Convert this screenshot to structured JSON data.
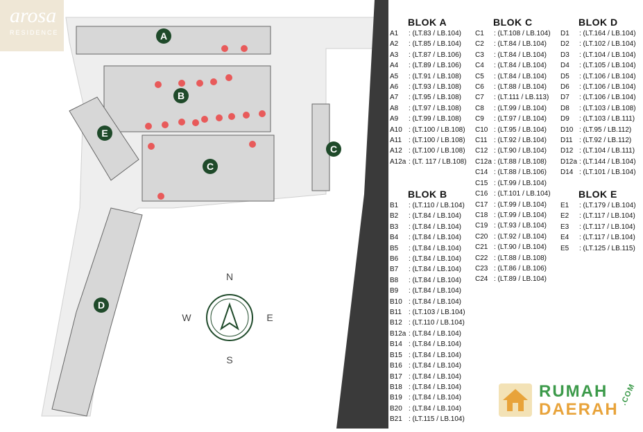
{
  "logo": {
    "name": "arosa",
    "subtitle": "RESIDENCE"
  },
  "compass": {
    "north": "N",
    "south": "S",
    "east": "E",
    "west": "W"
  },
  "map_labels": [
    {
      "block": "A"
    },
    {
      "block": "B"
    },
    {
      "block": "C"
    },
    {
      "block": "D"
    },
    {
      "block": "E"
    }
  ],
  "legend": {
    "blok_a": {
      "title": "BLOK A",
      "rows": [
        {
          "code": "A1",
          "spec": ": (LT.83 / LB.104)"
        },
        {
          "code": "A2",
          "spec": ": (LT.85 / LB.104)"
        },
        {
          "code": "A3",
          "spec": ": (LT.87 / LB.106)"
        },
        {
          "code": "A4",
          "spec": ": (LT.89 / LB.106)"
        },
        {
          "code": "A5",
          "spec": ": (LT.91 / LB.108)"
        },
        {
          "code": "A6",
          "spec": ": (LT.93 / LB.108)"
        },
        {
          "code": "A7",
          "spec": ": (LT.95 / LB.108)"
        },
        {
          "code": "A8",
          "spec": ": (LT.97 / LB.108)"
        },
        {
          "code": "A9",
          "spec": ": (LT.99 / LB.108)"
        },
        {
          "code": "A10",
          "spec": ": (LT.100 / LB.108)"
        },
        {
          "code": "A11",
          "spec": ": (LT.100 / LB.108)"
        },
        {
          "code": "A12",
          "spec": ": (LT.100 / LB.108)"
        },
        {
          "code": "A12a",
          "spec": ": (LT. 117 / LB.108)"
        }
      ]
    },
    "blok_b": {
      "title": "BLOK B",
      "rows": [
        {
          "code": "B1",
          "spec": ": (LT.110 / LB.104)"
        },
        {
          "code": "B2",
          "spec": ": (LT.84 / LB.104)"
        },
        {
          "code": "B3",
          "spec": ": (LT.84 / LB.104)"
        },
        {
          "code": "B4",
          "spec": ": (LT.84 / LB.104)"
        },
        {
          "code": "B5",
          "spec": ": (LT.84 / LB.104)"
        },
        {
          "code": "B6",
          "spec": ": (LT.84 / LB.104)"
        },
        {
          "code": "B7",
          "spec": ": (LT.84 / LB.104)"
        },
        {
          "code": "B8",
          "spec": ": (LT.84 / LB.104)"
        },
        {
          "code": "B9",
          "spec": ": (LT.84 / LB.104)"
        },
        {
          "code": "B10",
          "spec": ": (LT.84 / LB.104)"
        },
        {
          "code": "B11",
          "spec": ": (LT.103 / LB.104)"
        },
        {
          "code": "B12",
          "spec": ": (LT.110 / LB.104)"
        },
        {
          "code": "B12a",
          "spec": ": (LT.84 / LB.104)"
        },
        {
          "code": "B14",
          "spec": ": (LT.84 / LB.104)"
        },
        {
          "code": "B15",
          "spec": ": (LT.84 / LB.104)"
        },
        {
          "code": "B16",
          "spec": ": (LT.84 / LB.104)"
        },
        {
          "code": "B17",
          "spec": ": (LT.84 / LB.104)"
        },
        {
          "code": "B18",
          "spec": ": (LT.84 / LB.104)"
        },
        {
          "code": "B19",
          "spec": ": (LT.84 / LB.104)"
        },
        {
          "code": "B20",
          "spec": ": (LT.84 / LB.104)"
        },
        {
          "code": "B21",
          "spec": ": (LT.115 / LB.104)"
        }
      ]
    },
    "blok_c": {
      "title": "BLOK C",
      "rows": [
        {
          "code": "C1",
          "spec": ": (LT.108 / LB.104)"
        },
        {
          "code": "C2",
          "spec": ": (LT.84 / LB.104)"
        },
        {
          "code": "C3",
          "spec": ": (LT.84 / LB.104)"
        },
        {
          "code": "C4",
          "spec": ": (LT.84 / LB.104)"
        },
        {
          "code": "C5",
          "spec": ": (LT.84 / LB.104)"
        },
        {
          "code": "C6",
          "spec": ": (LT.88 / LB.104)"
        },
        {
          "code": "C7",
          "spec": ": (LT.111 / LB.113)"
        },
        {
          "code": "C8",
          "spec": ": (LT.99 / LB.104)"
        },
        {
          "code": "C9",
          "spec": ": (LT.97 / LB.104)"
        },
        {
          "code": "C10",
          "spec": ": (LT.95 / LB.104)"
        },
        {
          "code": "C11",
          "spec": ": (LT.92 / LB.104)"
        },
        {
          "code": "C12",
          "spec": ": (LT.90 / LB.104)"
        },
        {
          "code": "C12a",
          "spec": ": (LT.88 / LB.108)"
        },
        {
          "code": "C14",
          "spec": ": (LT.88 / LB.106)"
        },
        {
          "code": "C15",
          "spec": ": (LT.99 / LB.104)"
        },
        {
          "code": "C16",
          "spec": ": (LT.101 / LB.104)"
        },
        {
          "code": "C17",
          "spec": ": (LT.99 / LB.104)"
        },
        {
          "code": "C18",
          "spec": ": (LT.99 / LB.104)"
        },
        {
          "code": "C19",
          "spec": ": (LT.93 / LB.104)"
        },
        {
          "code": "C20",
          "spec": ": (LT.92 / LB.104)"
        },
        {
          "code": "C21",
          "spec": ": (LT.90 / LB.104)"
        },
        {
          "code": "C22",
          "spec": ": (LT.88 / LB.108)"
        },
        {
          "code": "C23",
          "spec": ": (LT.86 / LB.106)"
        },
        {
          "code": "C24",
          "spec": ": (LT.89 / LB.104)"
        }
      ]
    },
    "blok_d": {
      "title": "BLOK D",
      "rows": [
        {
          "code": "D1",
          "spec": ": (LT.164 / LB.104)"
        },
        {
          "code": "D2",
          "spec": ": (LT.102 / LB.104)"
        },
        {
          "code": "D3",
          "spec": ": (LT.104 / LB.104)"
        },
        {
          "code": "D4",
          "spec": ": (LT.105 / LB.104)"
        },
        {
          "code": "D5",
          "spec": ": (LT.106 / LB.104)"
        },
        {
          "code": "D6",
          "spec": ": (LT.106 / LB.104)"
        },
        {
          "code": "D7",
          "spec": ": (LT.106 / LB.104)"
        },
        {
          "code": "D8",
          "spec": ": (LT.103 / LB.108)"
        },
        {
          "code": "D9",
          "spec": ": (LT.103 / LB.111)"
        },
        {
          "code": "D10",
          "spec": ": (LT.95 / LB.112)"
        },
        {
          "code": "D11",
          "spec": ": (LT.92 / LB.112)"
        },
        {
          "code": "D12",
          "spec": ": (LT.104 / LB.111)"
        },
        {
          "code": "D12a",
          "spec": ": (LT.144 / LB.104)"
        },
        {
          "code": "D14",
          "spec": ": (LT.101 / LB.104)"
        }
      ]
    },
    "blok_e": {
      "title": "BLOK E",
      "rows": [
        {
          "code": "E1",
          "spec": ": (LT.179 / LB.104)"
        },
        {
          "code": "E2",
          "spec": ": (LT.117 / LB.104)"
        },
        {
          "code": "E3",
          "spec": ": (LT.117 / LB.104)"
        },
        {
          "code": "E4",
          "spec": ": (LT.117 / LB.104)"
        },
        {
          "code": "E5",
          "spec": ": (LT.125 / LB.115)"
        }
      ]
    }
  },
  "brand": {
    "line1": "RUMAH",
    "line2": "DAERAH",
    "suffix": ".COM"
  },
  "colors": {
    "block_marker": "#1f4a2a",
    "sold_dot": "#e85a5a",
    "road": "#e6e6e6",
    "brand_green": "#3c9a4a",
    "brand_orange": "#e8a33a"
  }
}
